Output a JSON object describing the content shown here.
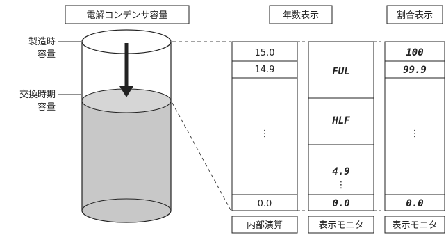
{
  "titles": {
    "capacitor": "電解コンデンサ容量",
    "years": "年数表示",
    "ratio": "割合表示"
  },
  "cylinder_labels": {
    "initial": [
      "製造時",
      "容量"
    ],
    "replacement": [
      "交換時期",
      "容量"
    ]
  },
  "internal_column": {
    "values": [
      "15.0",
      "14.9",
      "⋮",
      "0.0"
    ],
    "footer": "内部演算"
  },
  "years_monitor": {
    "values": [
      "FUL",
      "HLF",
      "4.9",
      "⋮",
      "0.0"
    ],
    "footer": "表示モニタ"
  },
  "ratio_monitor": {
    "values": [
      "100",
      "99.9",
      "⋮",
      "0.0"
    ],
    "footer": "表示モニタ"
  }
}
